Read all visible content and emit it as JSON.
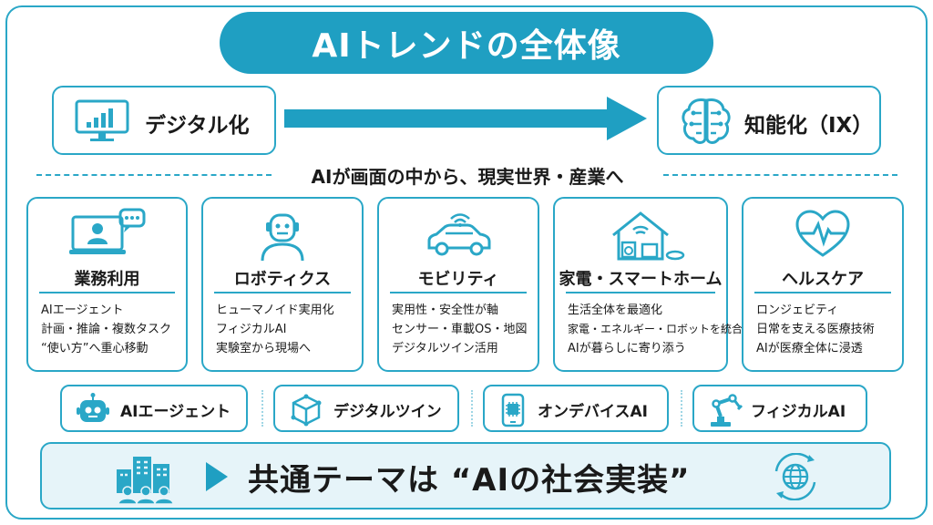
{
  "title": "AIトレンドの全体像",
  "flow": {
    "from": "デジタル化",
    "to": "知能化（IX）"
  },
  "subheading": "AIが画面の中から、現実世界・産業へ",
  "cards": [
    {
      "title": "業務利用",
      "icon": "video-call-icon",
      "items": [
        "AIエージェント",
        "計画・推論・複数タスク",
        "“使い方”へ重心移動"
      ]
    },
    {
      "title": "ロボティクス",
      "icon": "robot-head-icon",
      "items": [
        "ヒューマノイド実用化",
        "フィジカルAI",
        "実験室から現場へ"
      ]
    },
    {
      "title": "モビリティ",
      "icon": "connected-car-icon",
      "items": [
        "実用性・安全性が軸",
        "センサー・車載OS・地図",
        "デジタルツイン活用"
      ]
    },
    {
      "title": "家電・スマートホーム",
      "icon": "smart-home-icon",
      "items": [
        "生活全体を最適化",
        "家電・エネルギー・ロボットを統合",
        "AIが暮らしに寄り添う"
      ]
    },
    {
      "title": "ヘルスケア",
      "icon": "heart-pulse-icon",
      "items": [
        "ロンジェビティ",
        "日常を支える医療技術",
        "AIが医療全体に浸透"
      ]
    }
  ],
  "pills": [
    {
      "label": "AIエージェント",
      "icon": "bot-icon"
    },
    {
      "label": "デジタルツイン",
      "icon": "cube-network-icon"
    },
    {
      "label": "オンデバイスAI",
      "icon": "phone-chip-icon"
    },
    {
      "label": "フィジカルAI",
      "icon": "robot-arm-icon"
    }
  ],
  "bottom": {
    "text": "共通テーマは “AIの社会実装”"
  },
  "colors": {
    "accent": "#1f9fc2",
    "border": "#2aa7c7",
    "dark": "#1a1a1a",
    "panel": "#e6f4f9"
  }
}
